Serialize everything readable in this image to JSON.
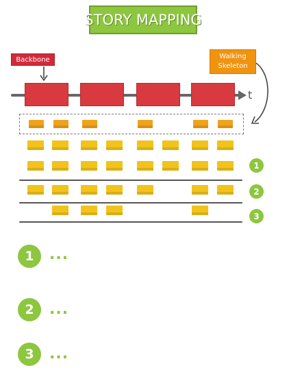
{
  "title": "STORY MAPPING",
  "labels": {
    "backbone": "Backbone",
    "walking_skeleton_line1": "Walking",
    "walking_skeleton_line2": "Skeleton",
    "time_axis": "t"
  },
  "releases": [
    {
      "number": "1",
      "text": "..."
    },
    {
      "number": "2",
      "text": "..."
    },
    {
      "number": "3",
      "text": "..."
    }
  ],
  "colors": {
    "title_green": "#8dc63f",
    "backbone_red": "#d83a3f",
    "walking_orange": "#f0930f",
    "story_yellow": "#f2c31a",
    "skeleton_orange": "#f0a21a"
  }
}
